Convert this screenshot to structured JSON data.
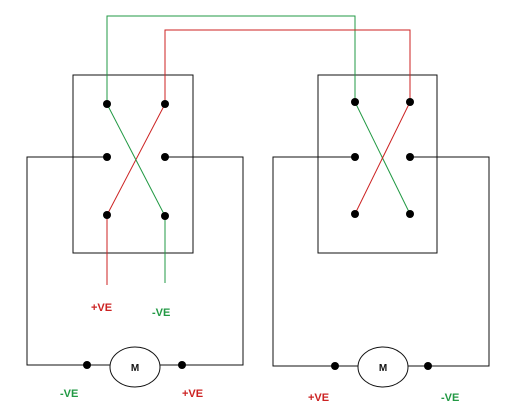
{
  "colors": {
    "positive": "#cc2222",
    "negative": "#229944",
    "wire": "#111111",
    "terminal": "#000000"
  },
  "motors": [
    {
      "symbol": "M"
    },
    {
      "symbol": "M"
    }
  ],
  "labels": {
    "switch1_pos_lead": "+VE",
    "switch1_neg_lead": "-VE",
    "motor1_left": "-VE",
    "motor1_right": "+VE",
    "motor2_left": "+VE",
    "motor2_right": "-VE"
  }
}
